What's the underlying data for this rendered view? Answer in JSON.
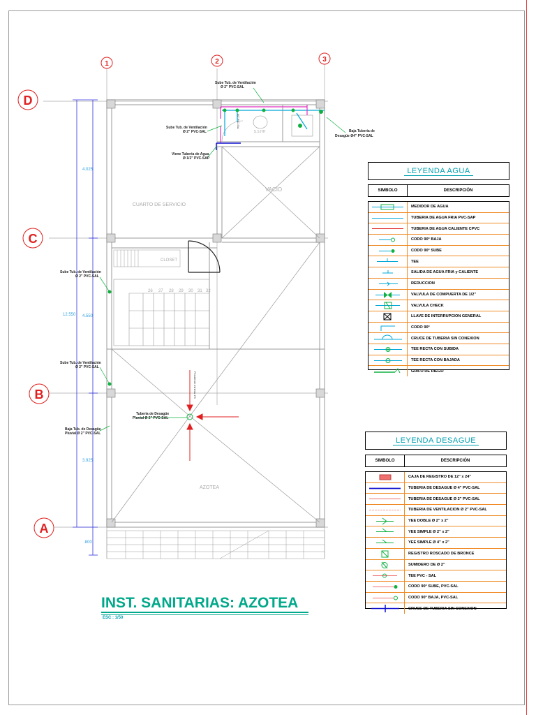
{
  "grid": {
    "columns": [
      "1",
      "2",
      "3"
    ],
    "rows": [
      "D",
      "C",
      "B",
      "A"
    ]
  },
  "dimensions": {
    "total": "12.550",
    "segments": [
      "4.025",
      "4.550",
      "3.925",
      ".800"
    ]
  },
  "rooms": {
    "service": "CUARTO DE SERVICIO",
    "void": "VACIO",
    "roof": "AZOTEA",
    "closet": "CLOSET",
    "bath": "S.S.HH",
    "stair_numbers": [
      "26",
      "27",
      "28",
      "29",
      "30",
      "31",
      "32"
    ]
  },
  "annotations": {
    "top_vent_1": "Sube Tub. de Ventilación",
    "top_vent_2": "Ø 2\" PVC-SAL",
    "left_vent_1": "Sube Tub. de Ventilación",
    "left_vent_2": "Ø 2\" PVC-SAL",
    "water_1": "Viene Tuberia de Agua",
    "water_2": "Ø 1/2\" PVC-SAP",
    "right_drain_1": "Baja Tuberia de",
    "right_drain_2": "Desagüe Ø4\" PVC-SAL",
    "vent_c_1": "Sube Tub. de Ventilación",
    "vent_c_2": "Ø 2\" PVC-SAL",
    "vent_b_1": "Sube Tub. de Ventilación",
    "vent_b_2": "Ø 2\" PVC-SAL",
    "drain_pluvial_1": "Tuberia de Desagüe",
    "drain_pluvial_2": "Pluvial Ø 2\" PVC-SAL",
    "drain_down_1": "Baja Tub. de Desagüe",
    "drain_down_2": "Pluvial Ø 2\" PVC-SAL",
    "slope": "Pendiente minima 1%",
    "pvc_label": "Ø2\" PVC-SAL"
  },
  "legend_water": {
    "title": "LEYENDA AGUA",
    "col_symbol": "SIMBOLO",
    "col_desc": "DESCRIPCIÓN",
    "rows": [
      {
        "icon": "water-meter-icon",
        "label": "MEDIDOR DE AGUA"
      },
      {
        "icon": "cold-pipe-icon",
        "label": "TUBERIA DE AGUA FRIA PVC-SAP"
      },
      {
        "icon": "hot-pipe-icon",
        "label": "TUBERIA DE AGUA CALIENTE CPVC"
      },
      {
        "icon": "elbow-down-icon",
        "label": "CODO 90° BAJA"
      },
      {
        "icon": "elbow-up-icon",
        "label": "CODO 90° SUBE"
      },
      {
        "icon": "tee-icon",
        "label": "TEE"
      },
      {
        "icon": "outlet-icon",
        "label": "SALIDA DE AGUA FRIA y CALIENTE"
      },
      {
        "icon": "reduction-icon",
        "label": "REDUCCION"
      },
      {
        "icon": "gate-valve-icon",
        "label": "VALVULA DE COMPUERTA DE 1/2\""
      },
      {
        "icon": "check-valve-icon",
        "label": "VALVULA CHECK"
      },
      {
        "icon": "main-shutoff-icon",
        "label": "LLAVE DE INTERRUPCION GENERAL"
      },
      {
        "icon": "elbow-icon",
        "label": "CODO 90°"
      },
      {
        "icon": "crossing-icon",
        "label": "CRUCE DE TUBERIA SIN CONEXION"
      },
      {
        "icon": "tee-up-icon",
        "label": "TEE RECTA CON SUBIDA"
      },
      {
        "icon": "tee-down-icon",
        "label": "TEE RECTA CON BAJADA"
      },
      {
        "icon": "hose-bib-icon",
        "label": "GRIFO DE RIEGO"
      }
    ]
  },
  "legend_drain": {
    "title": "LEYENDA DESAGUE",
    "col_symbol": "SIMBOLO",
    "col_desc": "DESCRIPCIÓN",
    "rows": [
      {
        "icon": "registry-box-icon",
        "label": "CAJA DE REGISTRO DE 12\" x 24\""
      },
      {
        "icon": "drain-4-icon",
        "label": "TUBERIA DE DESAGUE Ø 4\" PVC-SAL"
      },
      {
        "icon": "drain-2-icon",
        "label": "TUBERIA DE DESAGUE Ø 2\" PVC-SAL"
      },
      {
        "icon": "vent-pipe-icon",
        "label": "TUBERIA DE VENTILACION Ø 2\" PVC-SAL"
      },
      {
        "icon": "double-wye-icon",
        "label": "YEE DOBLE Ø 2\" x 2\""
      },
      {
        "icon": "wye-icon",
        "label": "YEE SIMPLE Ø 2\" x 2\""
      },
      {
        "icon": "wye-4-icon",
        "label": "YEE SIMPLE Ø 4\" x 2\""
      },
      {
        "icon": "bronze-registry-icon",
        "label": "REGISTRO ROSCADO DE BRONCE"
      },
      {
        "icon": "floor-drain-icon",
        "label": "SUMIDERO DE Ø 2\""
      },
      {
        "icon": "tee-pvc-icon",
        "label": "TEE PVC - SAL"
      },
      {
        "icon": "elbow-up-pvc-icon",
        "label": "CODO 90° SUBE, PVC-SAL"
      },
      {
        "icon": "elbow-down-pvc-icon",
        "label": "CODO 90° BAJA, PVC-SAL"
      },
      {
        "icon": "crossing-drain-icon",
        "label": "CRUCE DE TUBERIA SIN CONEXION"
      }
    ]
  },
  "title": "INST. SANITARIAS: AZOTEA",
  "scale": "ESC :  1/50",
  "colors": {
    "grid_red": "#e02020",
    "water_cyan": "#00a8d8",
    "vent_magenta": "#e030c0",
    "fitting_green": "#10b040",
    "drain_blue": "#1010d0",
    "title_green": "#00a88a",
    "legend_orange": "#f08a24"
  }
}
